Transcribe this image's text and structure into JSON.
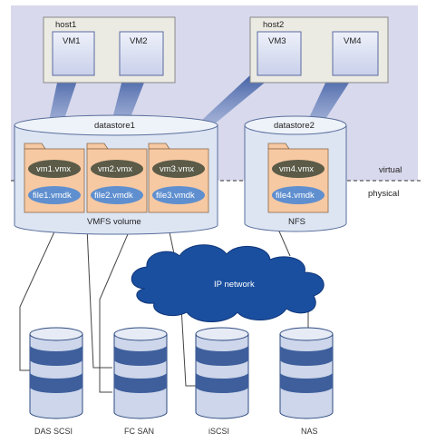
{
  "regions": {
    "virtual_label": "virtual",
    "physical_label": "physical"
  },
  "hosts": [
    {
      "label": "host1",
      "vms": [
        "VM1",
        "VM2"
      ]
    },
    {
      "label": "host2",
      "vms": [
        "VM3",
        "VM4"
      ]
    }
  ],
  "datastores": [
    {
      "label": "datastore1",
      "type_label": "VMFS volume",
      "folders": [
        {
          "vmx": "vm1.vmx",
          "vmdk": "file1.vmdk"
        },
        {
          "vmx": "vm2.vmx",
          "vmdk": "file2.vmdk"
        },
        {
          "vmx": "vm3.vmx",
          "vmdk": "file3.vmdk"
        }
      ]
    },
    {
      "label": "datastore2",
      "type_label": "NFS",
      "folders": [
        {
          "vmx": "vm4.vmx",
          "vmdk": "file4.vmdk"
        }
      ]
    }
  ],
  "network": {
    "label": "IP network"
  },
  "storage": [
    "DAS SCSI",
    "FC SAN",
    "iSCSI",
    "NAS"
  ],
  "colors": {
    "virtual_bg": "#d8d9ec",
    "host_box": "#ecebe3",
    "vm_box": "#dfe3f4",
    "datastore_fill": "#dde5f3",
    "folder_fill": "#f7c9a2",
    "vmx_fill": "#5b5b48",
    "vmdk_fill": "#5f8fcf",
    "cloud_fill": "#1a4fa0",
    "disk_dark": "#3e5f9c",
    "disk_light": "#cdd6ea"
  }
}
